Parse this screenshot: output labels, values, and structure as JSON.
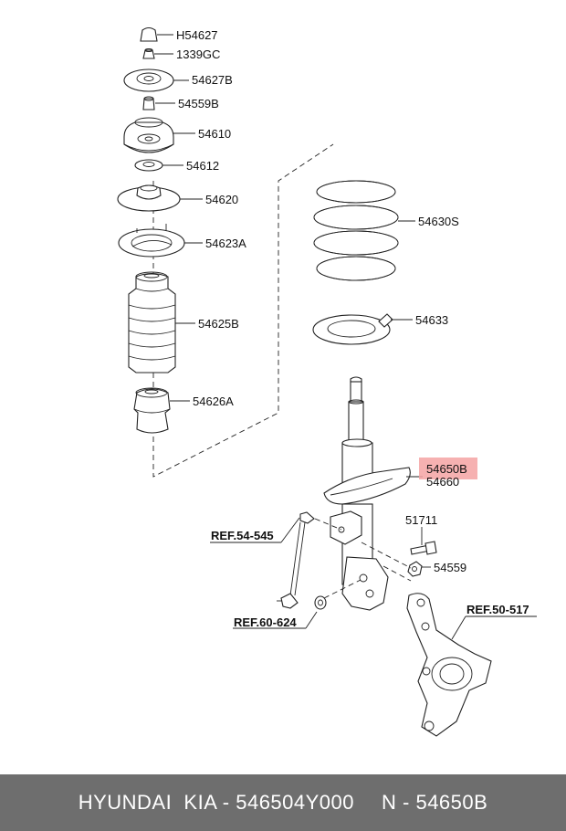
{
  "diagram": {
    "parts": [
      {
        "id": "H54627"
      },
      {
        "id": "1339GC"
      },
      {
        "id": "54627B"
      },
      {
        "id": "54559B"
      },
      {
        "id": "54610"
      },
      {
        "id": "54612"
      },
      {
        "id": "54620"
      },
      {
        "id": "54623A"
      },
      {
        "id": "54625B"
      },
      {
        "id": "54626A"
      },
      {
        "id": "54630S"
      },
      {
        "id": "54633"
      },
      {
        "id": "54650B",
        "highlighted": true
      },
      {
        "id": "54660"
      },
      {
        "id": "51711"
      },
      {
        "id": "54559"
      }
    ],
    "references": [
      "REF.54-545",
      "REF.60-624",
      "REF.50-517"
    ],
    "highlight_color": "#f4a3a3"
  },
  "footer": {
    "brand": "HYUNDAI  KIA - 546504Y000",
    "part_number": "N - 54650B",
    "background": "#6e6e6e"
  }
}
